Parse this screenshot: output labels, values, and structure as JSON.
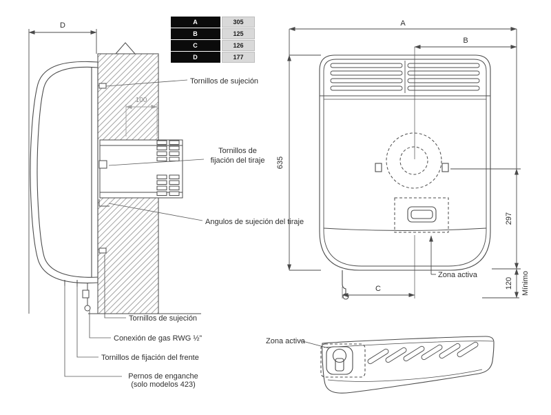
{
  "dim_table": {
    "rows": [
      {
        "label": "A",
        "value": "305"
      },
      {
        "label": "B",
        "value": "125"
      },
      {
        "label": "C",
        "value": "126"
      },
      {
        "label": "D",
        "value": "177"
      }
    ]
  },
  "side_view": {
    "dim_d": "D",
    "dim_duct_depth": "100",
    "label_tornillos_sujecion_top": "Tornillos de sujeción",
    "label_tornillos_tiraje_line1": "Tornillos de",
    "label_tornillos_tiraje_line2": "fijación del tiraje",
    "label_angulos_tiraje": "Angulos de sujeción del tiraje",
    "label_tornillos_sujecion_bottom": "Tornillos de sujeción",
    "label_conexion_gas": "Conexión de gas RWG ½”",
    "label_tornillos_frente": "Tornillos de fijación del frente",
    "label_pernos_line1": "Pernos de enganche",
    "label_pernos_line2": "(solo modelos 423)"
  },
  "front_view": {
    "dim_a": "A",
    "dim_b": "B",
    "dim_height": "635",
    "dim_zona_height": "297",
    "dim_clearance": "120",
    "dim_clearance_note": "Mínimo",
    "dim_c": "C",
    "label_zona_activa": "Zona activa"
  },
  "bottom_view": {
    "label_zona_activa": "Zona activa"
  }
}
